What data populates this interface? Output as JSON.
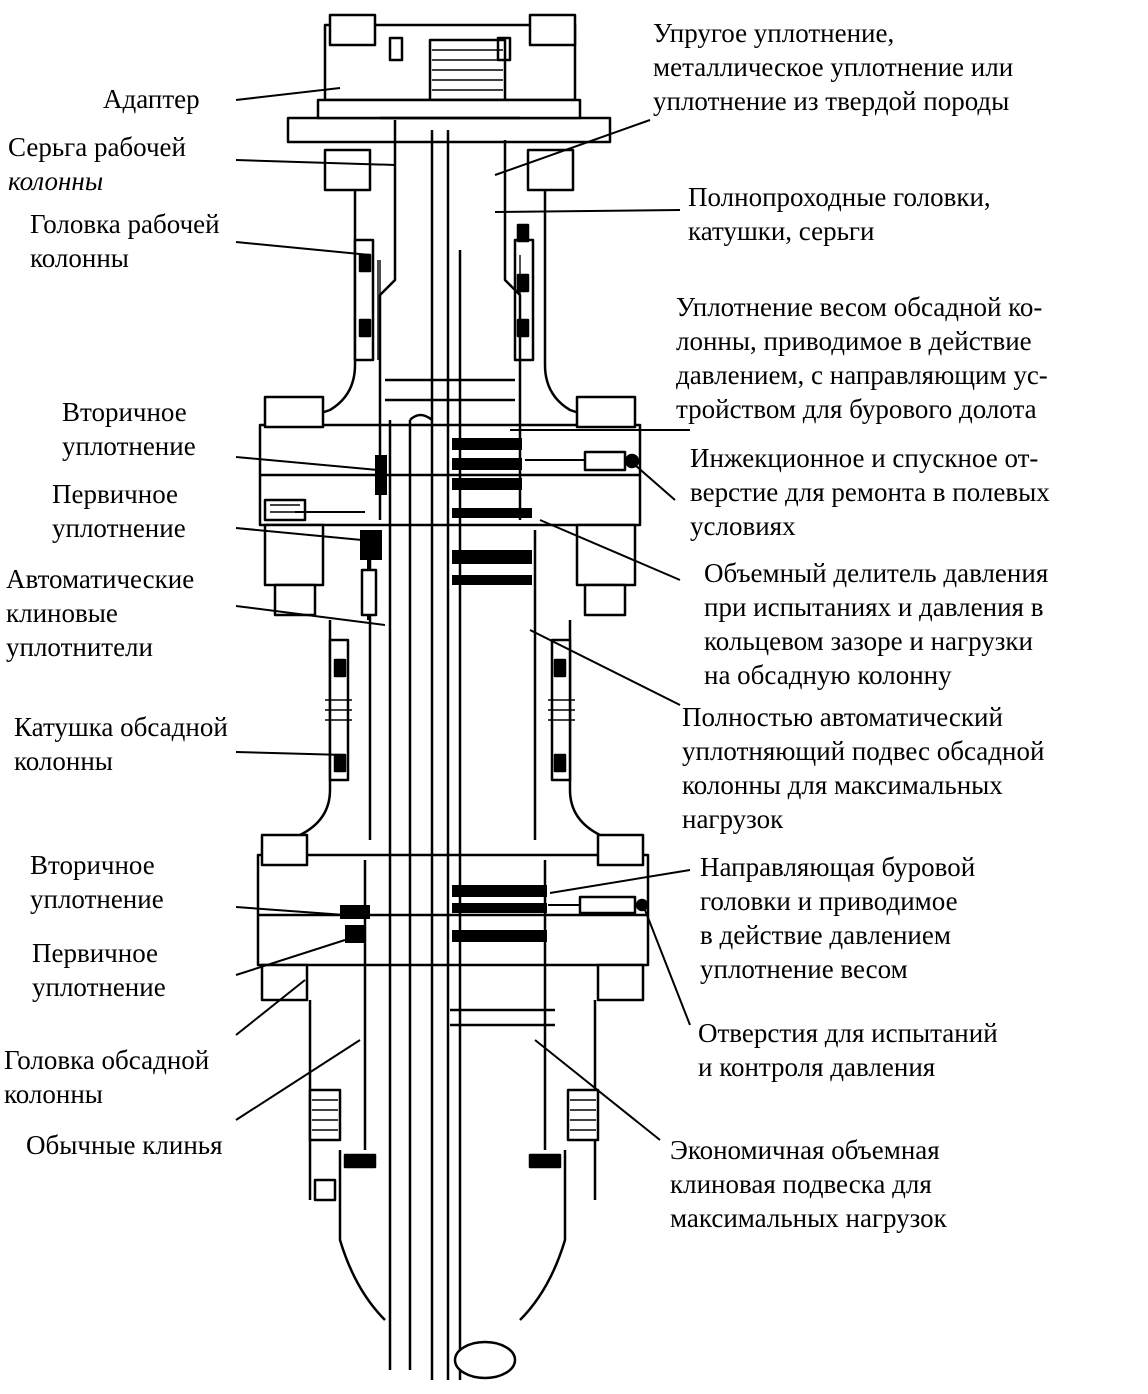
{
  "colors": {
    "ink": "#000000",
    "paper": "#ffffff"
  },
  "labels_left": [
    {
      "id": "adapter",
      "lines": [
        "Адаптер"
      ]
    },
    {
      "id": "swivel",
      "lines": [
        "Серьга рабочей",
        "колонны"
      ]
    },
    {
      "id": "tubing-head",
      "lines": [
        "Головка рабочей",
        "колонны"
      ]
    },
    {
      "id": "secondary-seal-upper",
      "lines": [
        "Вторичное",
        "уплотнение"
      ]
    },
    {
      "id": "primary-seal-upper",
      "lines": [
        "Первичное",
        "уплотнение"
      ]
    },
    {
      "id": "auto-slip-seals",
      "lines": [
        "Автоматические",
        "клиновые",
        "уплотнители"
      ]
    },
    {
      "id": "casing-spool",
      "lines": [
        "Катушка обсадной",
        "колонны"
      ]
    },
    {
      "id": "secondary-seal-lower",
      "lines": [
        "Вторичное",
        "уплотнение"
      ]
    },
    {
      "id": "primary-seal-lower",
      "lines": [
        "Первичное",
        "уплотнение"
      ]
    },
    {
      "id": "casing-head",
      "lines": [
        "Головка обсадной",
        "колонны"
      ]
    },
    {
      "id": "conventional-slips",
      "lines": [
        "Обычные клинья"
      ]
    }
  ],
  "labels_right": [
    {
      "id": "elastic-seal",
      "lines": [
        "Упругое уплотнение,",
        "металлическое уплотнение или",
        "уплотнение из твердой породы"
      ]
    },
    {
      "id": "full-bore",
      "lines": [
        "Полнопроходные головки,",
        "катушки, серьги"
      ]
    },
    {
      "id": "weight-seal",
      "lines": [
        "Уплотнение весом обсадной ко-",
        "лонны, приводимое в действие",
        "давлением, с направляющим ус-",
        "тройством для бурового долота"
      ]
    },
    {
      "id": "injection-port",
      "lines": [
        "Инжекционное и спускное от-",
        "верстие для ремонта в полевых",
        "условиях"
      ]
    },
    {
      "id": "pressure-divider",
      "lines": [
        "Объемный делитель давления",
        "при испытаниях и давления в",
        "кольцевом зазоре и нагрузки",
        "на обсадную колонну"
      ]
    },
    {
      "id": "auto-hanger",
      "lines": [
        "Полностью автоматический",
        "уплотняющий подвес обсадной",
        "колонны для максимальных",
        "нагрузок"
      ]
    },
    {
      "id": "bit-guide",
      "lines": [
        "Направляющая буровой",
        "головки и приводимое",
        "в действие давлением",
        "уплотнение весом"
      ]
    },
    {
      "id": "test-ports",
      "lines": [
        "Отверстия для испытаний",
        "и контроля давления"
      ]
    },
    {
      "id": "economy-hanger",
      "lines": [
        "Экономичная объемная",
        "клиновая подвеска для",
        "максимальных нагрузок"
      ]
    }
  ]
}
